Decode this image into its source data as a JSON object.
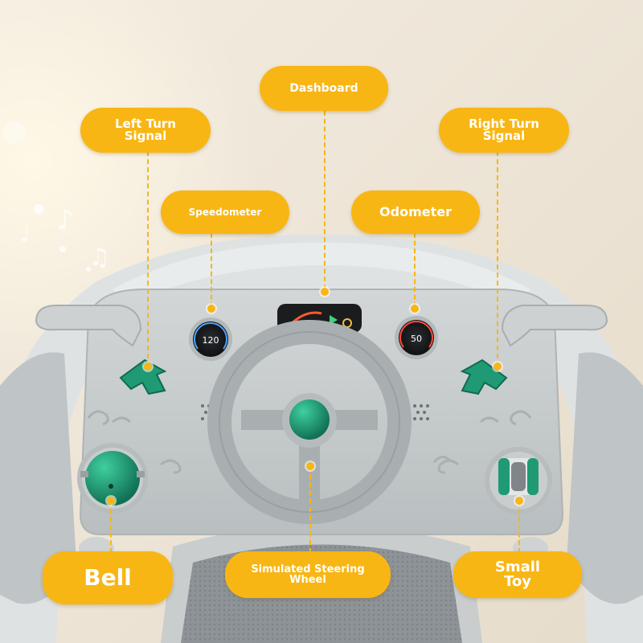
{
  "callouts": {
    "dashboard": "Dashboard",
    "left_turn_signal": "Left Turn\nSignal",
    "right_turn_signal": "Right Turn\nSignal",
    "speedometer": "Speedometer",
    "odometer": "Odometer",
    "bell": "Bell",
    "steering_wheel": "Simulated Steering\nWheel",
    "small_toy": "Small\nToy"
  },
  "dials": {
    "speed_value": "120",
    "odometer_value": "50"
  },
  "colors": {
    "callout": "#f8b614",
    "accent_green": "#1f9a75",
    "body_gray": "#d8dcdc",
    "panel_gray": "#c4c9ca",
    "background": "#ede4d4"
  }
}
